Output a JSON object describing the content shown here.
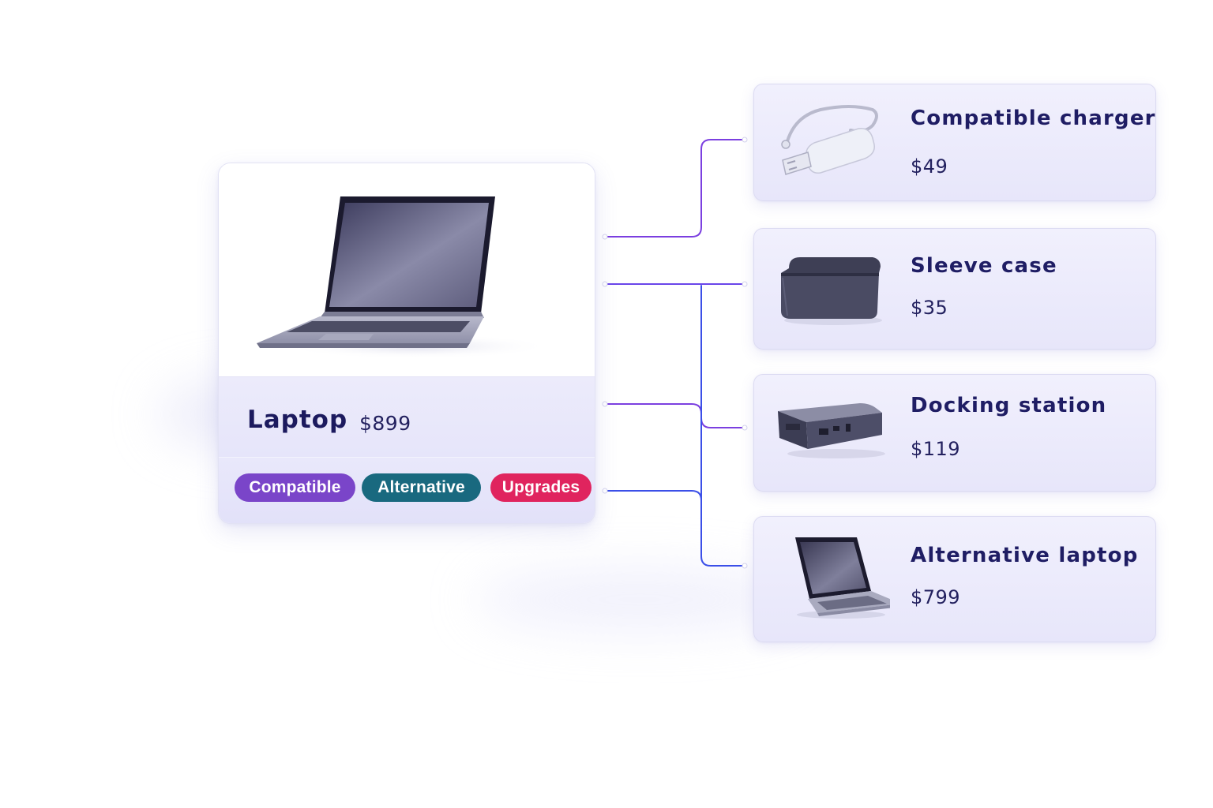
{
  "main_product": {
    "name": "Laptop",
    "price": "$899",
    "image_icon": "laptop-icon"
  },
  "tags": [
    {
      "label": "Compatible",
      "color": "#7a45c9"
    },
    {
      "label": "Alternative",
      "color": "#19697f"
    },
    {
      "label": "Upgrades",
      "color": "#e0245e"
    }
  ],
  "recommendations": [
    {
      "name": "Compatible charger",
      "price": "$49",
      "icon": "usb-charger-icon"
    },
    {
      "name": "Sleeve case",
      "price": "$35",
      "icon": "sleeve-case-icon"
    },
    {
      "name": "Docking station",
      "price": "$119",
      "icon": "docking-station-icon"
    },
    {
      "name": "Alternative laptop",
      "price": "$799",
      "icon": "laptop-icon"
    }
  ],
  "colors": {
    "connector_purple": "#7b3fe0",
    "connector_blue": "#3b4fe8",
    "card_background": "#ecebfb",
    "text_primary": "#1f1d5c"
  }
}
